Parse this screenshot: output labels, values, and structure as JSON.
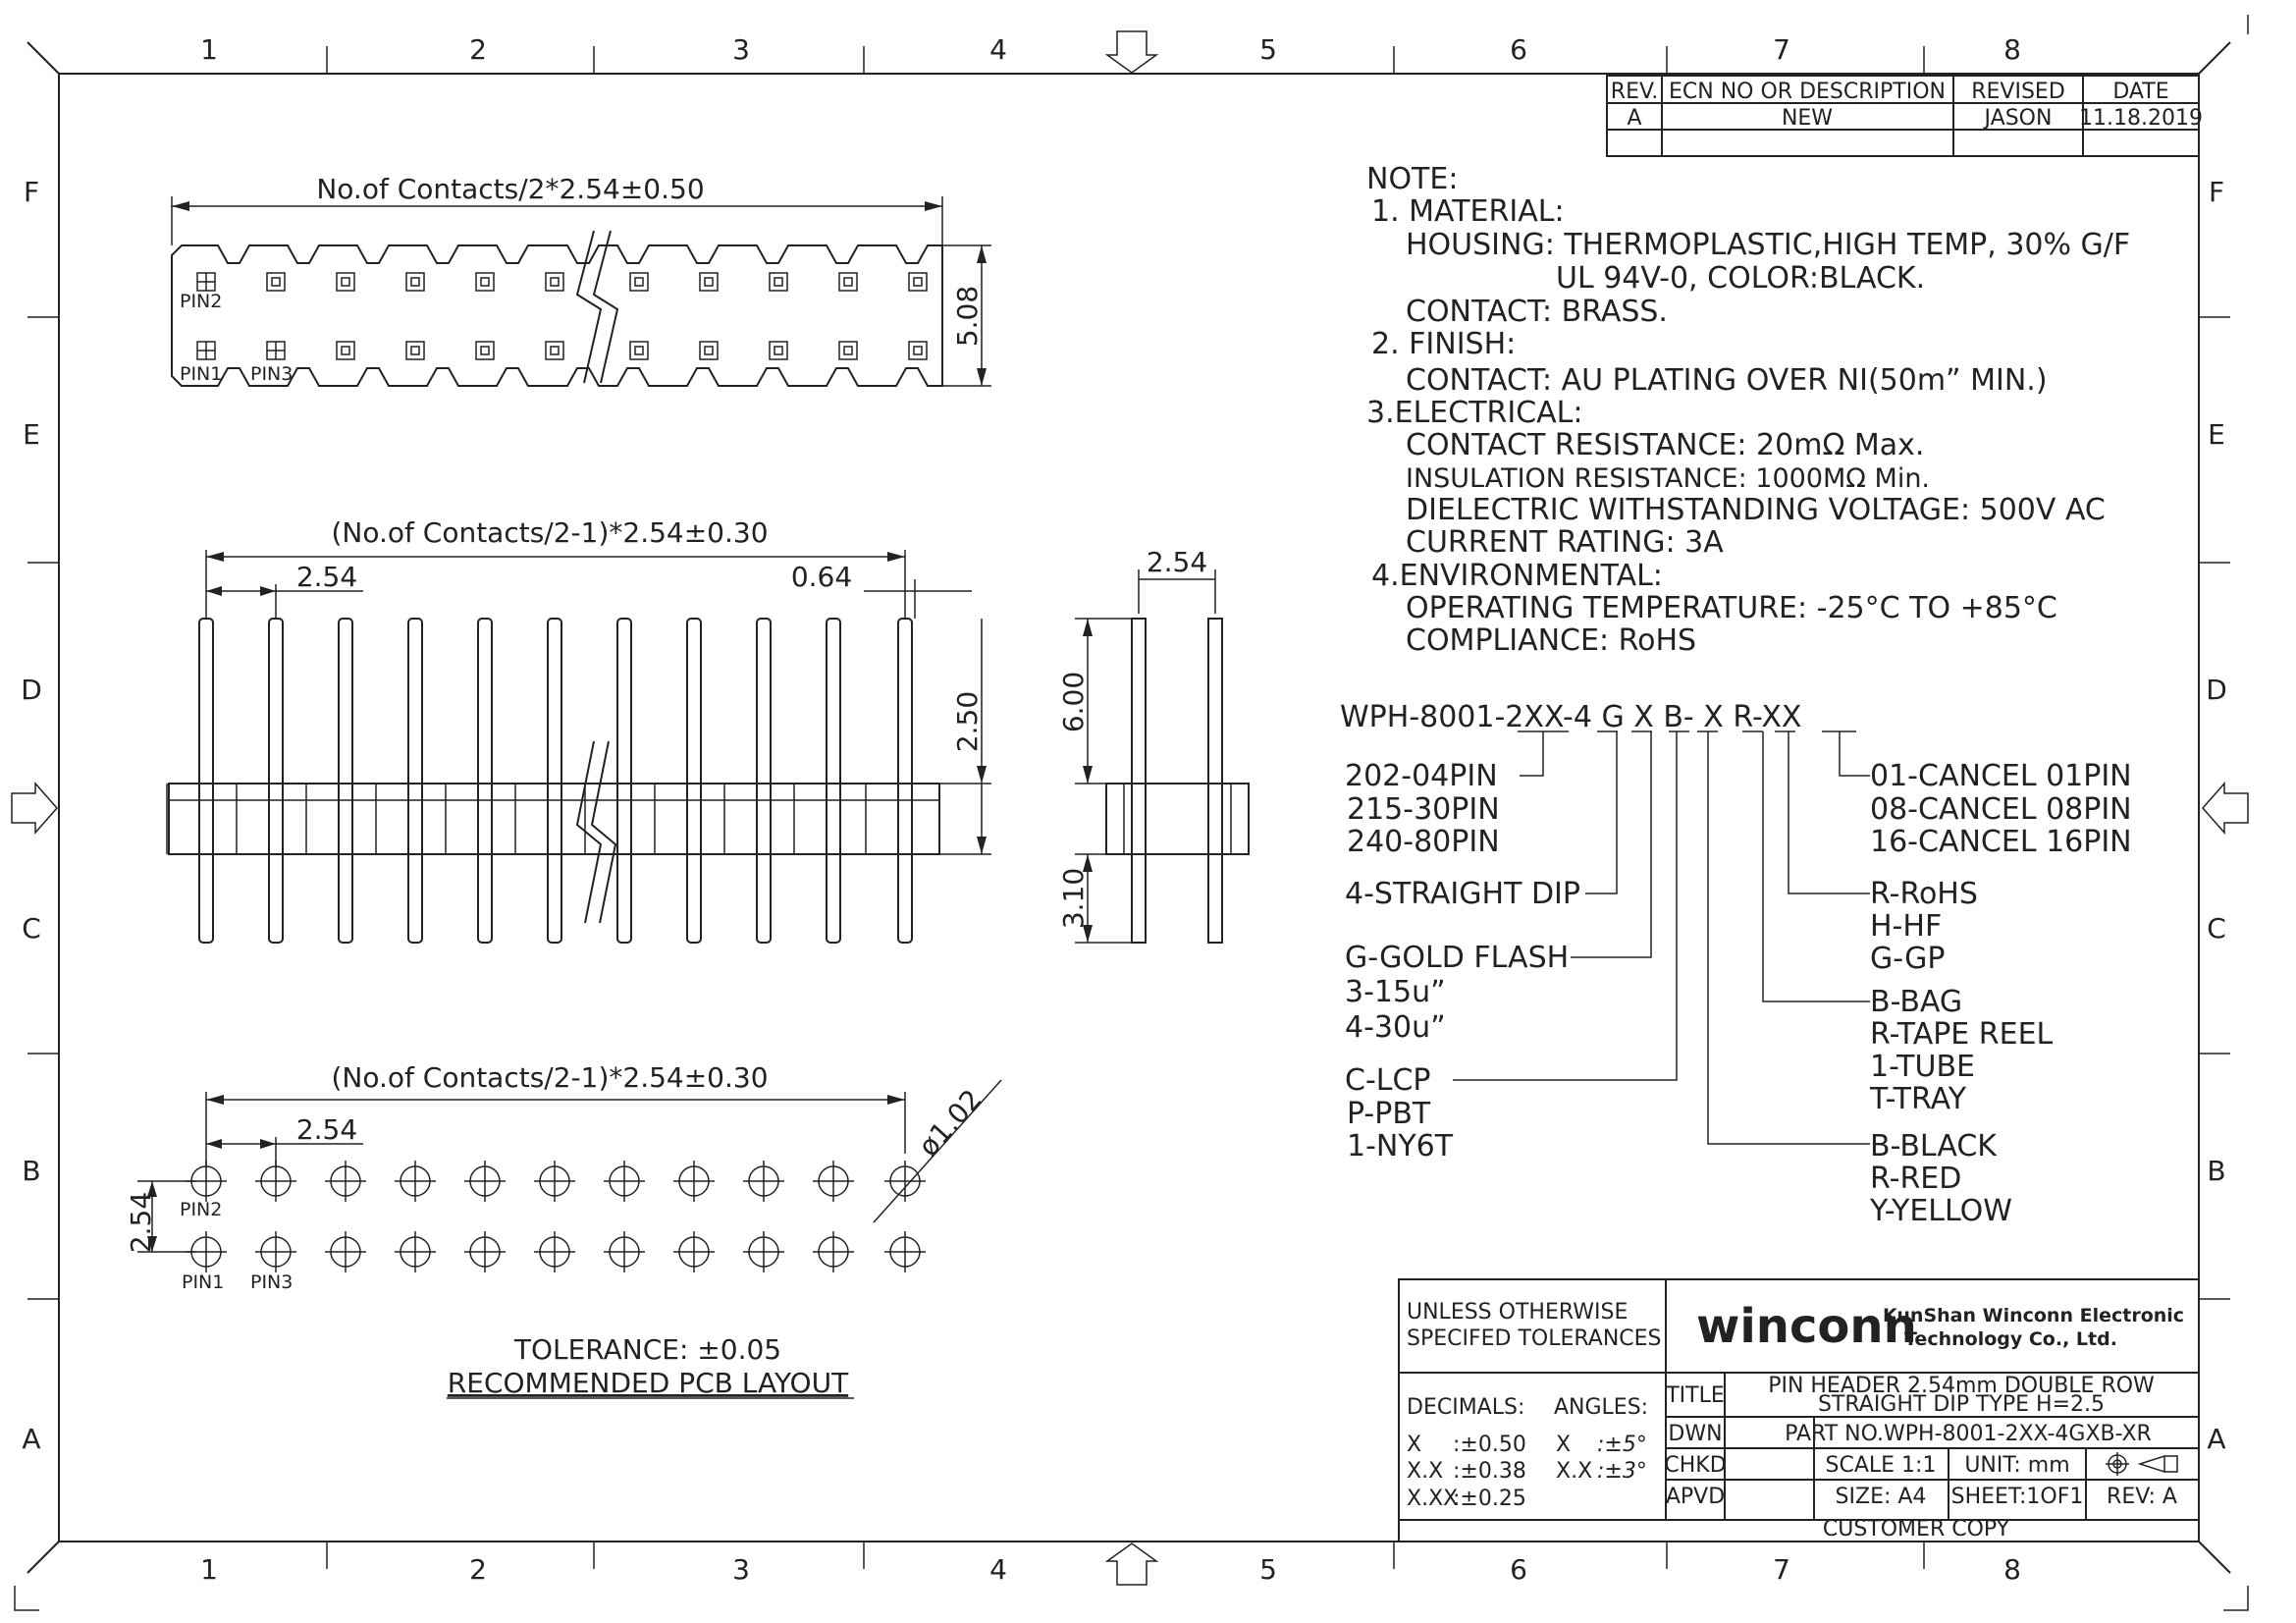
{
  "frame": {
    "columns": [
      "1",
      "2",
      "3",
      "4",
      "5",
      "6",
      "7",
      "8"
    ],
    "rows": [
      "F",
      "E",
      "D",
      "C",
      "B",
      "A"
    ]
  },
  "revision_table": {
    "headers": [
      "REV.",
      "ECN NO OR DESCRIPTION",
      "REVISED",
      "DATE"
    ],
    "rows": [
      [
        "A",
        "NEW",
        "JASON",
        "11.18.2019"
      ]
    ]
  },
  "top_view": {
    "length_dim": "No.of Contacts/2*2.54±0.50",
    "height_dim": "5.08",
    "pin_labels": [
      "PIN2",
      "PIN1",
      "PIN3"
    ]
  },
  "front_view": {
    "length_dim": "(No.of Contacts/2-1)*2.54±0.30",
    "pitch_dim": "2.54",
    "pin_width_dim": "0.64",
    "housing_height_dim": "2.50"
  },
  "side_view": {
    "pitch_dim": "2.54",
    "upper_pin_dim": "6.00",
    "lower_pin_dim": "3.10"
  },
  "pcb_layout": {
    "length_dim": "(No.of Contacts/2-1)*2.54±0.30",
    "pitch_dim": "2.54",
    "row_pitch_dim": "2.54",
    "hole_dim": "ø1.02",
    "pin_labels": [
      "PIN2",
      "PIN1",
      "PIN3"
    ],
    "tolerance": "TOLERANCE: ±0.05",
    "caption": "RECOMMENDED PCB LAYOUT"
  },
  "notes": [
    "NOTE:",
    "1. MATERIAL:",
    "HOUSING: THERMOPLASTIC,HIGH TEMP, 30% G/F",
    "UL 94V-0, COLOR:BLACK.",
    "CONTACT: BRASS.",
    "2. FINISH:",
    "CONTACT:  AU PLATING OVER NI(50m” MIN.)",
    "3.ELECTRICAL:",
    "CONTACT RESISTANCE: 20mΩ Max.",
    "INSULATION RESISTANCE: 1000MΩ Min.",
    "DIELECTRIC WITHSTANDING VOLTAGE: 500V AC",
    "CURRENT RATING: 3A",
    "4.ENVIRONMENTAL:",
    "OPERATING TEMPERATURE: -25°C TO +85°C",
    "COMPLIANCE: RoHS"
  ],
  "part_number": {
    "code": "WPH-8001-2XX-4 G X B- X R-XX",
    "contacts": [
      "202-04PIN",
      "215-30PIN",
      "240-80PIN"
    ],
    "type": [
      "4-STRAIGHT DIP"
    ],
    "plating": [
      "G-GOLD FLASH",
      "3-15u”",
      "4-30u”"
    ],
    "material": [
      "C-LCP",
      "P-PBT",
      "1-NY6T"
    ],
    "cancel": [
      "01-CANCEL 01PIN",
      "08-CANCEL 08PIN",
      "16-CANCEL 16PIN"
    ],
    "rohs": [
      "R-RoHS",
      "H-HF",
      "G-GP"
    ],
    "packing": [
      "B-BAG",
      "R-TAPE REEL",
      "1-TUBE",
      "T-TRAY"
    ],
    "color": [
      "B-BLACK",
      "R-RED",
      "Y-YELLOW"
    ]
  },
  "title_block": {
    "tolerances": "UNLESS OTHERWISE SPECIFED TOLERANCES",
    "tolerances_line1": "UNLESS  OTHERWISE",
    "tolerances_line2": "SPECIFED  TOLERANCES",
    "logo": "winconn",
    "company_line1": "KunShan Winconn Electronic",
    "company_line2": "Technology Co., Ltd.",
    "decimals_label": "DECIMALS:",
    "angles_label": "ANGLES:",
    "dec_rows": [
      [
        "X",
        "  :±0.50"
      ],
      [
        "X.X",
        "  :±0.38"
      ],
      [
        "X.XX",
        "  :±0.25"
      ]
    ],
    "ang_rows": [
      [
        "X",
        ":±5°"
      ],
      [
        "X.X",
        ":±3°"
      ]
    ],
    "title_label": "TITLE",
    "title_line1": "PIN HEADER 2.54mm DOUBLE ROW",
    "title_line2": "STRAIGHT DIP TYPE H=2.5",
    "dwn": "DWN",
    "chkd": "CHKD",
    "apvd": "APVD",
    "part_no": "PART NO.WPH-8001-2XX-4GXB-XR",
    "scale": "SCALE 1:1",
    "unit": "UNIT:  mm",
    "size": "SIZE:  A4",
    "sheet": "SHEET:1OF1",
    "rev": "REV: A",
    "customer_copy": "CUSTOMER  COPY"
  }
}
